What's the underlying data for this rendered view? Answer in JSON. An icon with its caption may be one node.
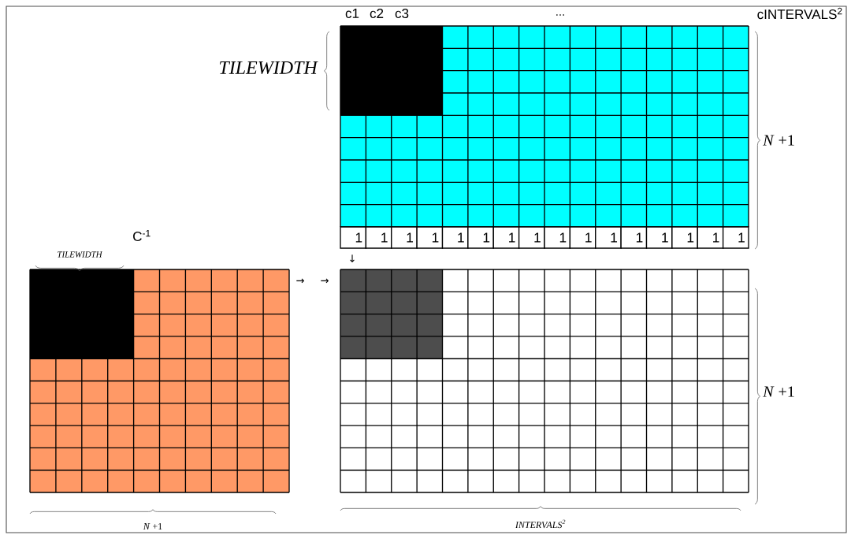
{
  "diagram": {
    "labels": [
      "c1",
      "c2",
      "c3",
      "...",
      "cINTERVALS$^{2}$",
      "TILEWIDTH",
      "*N* +1",
      "C$^{-1}$",
      "1",
      "1",
      "1",
      "1",
      "1",
      "1",
      "1",
      "1",
      "1",
      "1",
      "1",
      "1",
      "1",
      "1",
      "1",
      "1",
      "TILEWIDTH",
      "↓",
      "→",
      "→",
      "*N* +1",
      "*N* +1",
      "INTERVALS$^{2}$"
    ]
  }
}
